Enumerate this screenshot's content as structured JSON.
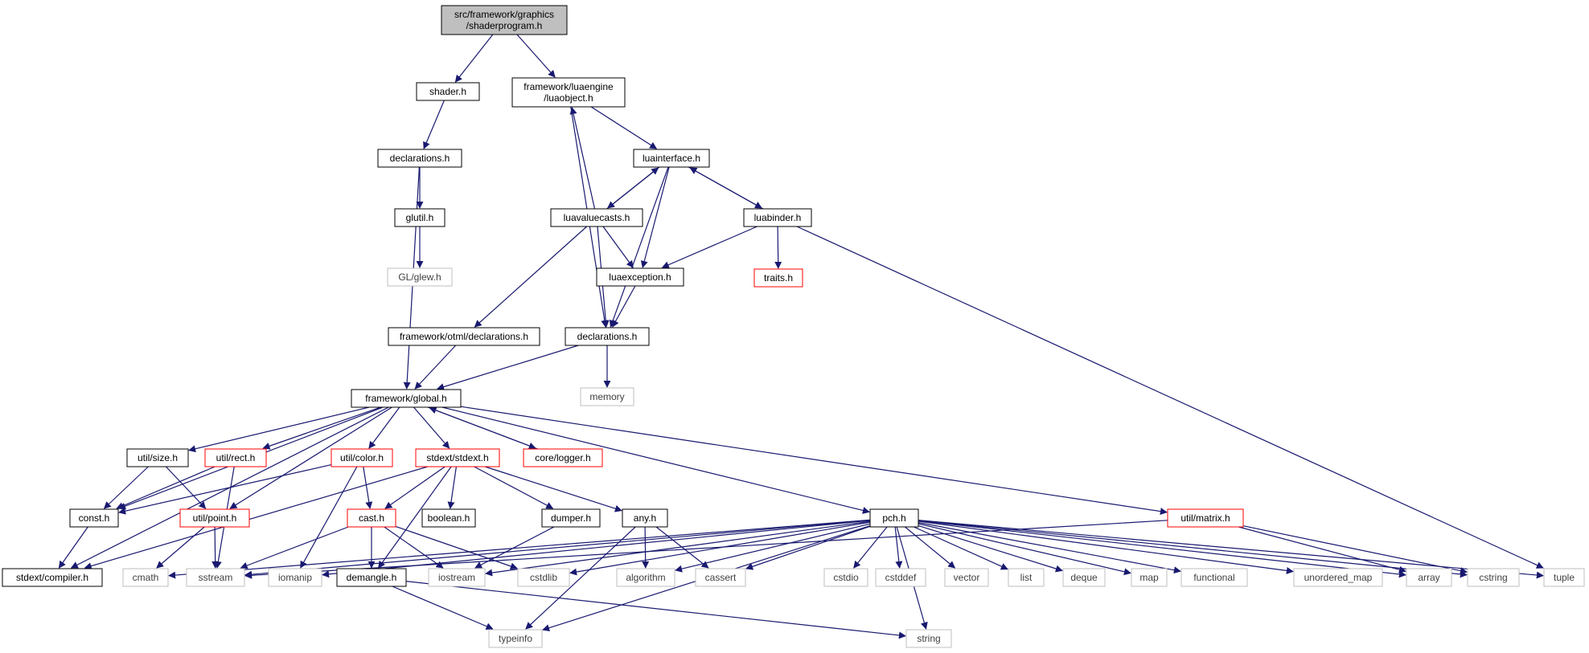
{
  "graph": {
    "colors": {
      "edge": "#191970",
      "root_fill": "#bfbfbf",
      "border_normal": "#000000",
      "border_external": "#bfbfbf",
      "border_truncated": "#ff0000",
      "text_normal": "#000000",
      "text_external": "#404040"
    },
    "nodes": [
      {
        "id": "shaderprogram",
        "lines": [
          "src/framework/graphics",
          "/shaderprogram.h"
        ],
        "kind": "root"
      },
      {
        "id": "shader",
        "lines": [
          "shader.h"
        ],
        "kind": "normal"
      },
      {
        "id": "luaobject",
        "lines": [
          "framework/luaengine",
          "/luaobject.h"
        ],
        "kind": "normal"
      },
      {
        "id": "declarations_gfx",
        "lines": [
          "declarations.h"
        ],
        "kind": "normal"
      },
      {
        "id": "luainterface",
        "lines": [
          "luainterface.h"
        ],
        "kind": "normal"
      },
      {
        "id": "glutil",
        "lines": [
          "glutil.h"
        ],
        "kind": "normal"
      },
      {
        "id": "luavaluecasts",
        "lines": [
          "luavaluecasts.h"
        ],
        "kind": "normal"
      },
      {
        "id": "luabinder",
        "lines": [
          "luabinder.h"
        ],
        "kind": "normal"
      },
      {
        "id": "glew",
        "lines": [
          "GL/glew.h"
        ],
        "kind": "external"
      },
      {
        "id": "luaexception",
        "lines": [
          "luaexception.h"
        ],
        "kind": "normal"
      },
      {
        "id": "traits",
        "lines": [
          "traits.h"
        ],
        "kind": "truncated"
      },
      {
        "id": "otml_decl",
        "lines": [
          "framework/otml/declarations.h"
        ],
        "kind": "normal"
      },
      {
        "id": "declarations_lua",
        "lines": [
          "declarations.h"
        ],
        "kind": "normal"
      },
      {
        "id": "global",
        "lines": [
          "framework/global.h"
        ],
        "kind": "normal"
      },
      {
        "id": "memory",
        "lines": [
          "memory"
        ],
        "kind": "external"
      },
      {
        "id": "size",
        "lines": [
          "util/size.h"
        ],
        "kind": "normal"
      },
      {
        "id": "rect",
        "lines": [
          "util/rect.h"
        ],
        "kind": "truncated"
      },
      {
        "id": "color",
        "lines": [
          "util/color.h"
        ],
        "kind": "truncated"
      },
      {
        "id": "stdext",
        "lines": [
          "stdext/stdext.h"
        ],
        "kind": "truncated"
      },
      {
        "id": "logger",
        "lines": [
          "core/logger.h"
        ],
        "kind": "truncated"
      },
      {
        "id": "const",
        "lines": [
          "const.h"
        ],
        "kind": "normal"
      },
      {
        "id": "point",
        "lines": [
          "util/point.h"
        ],
        "kind": "truncated"
      },
      {
        "id": "cast",
        "lines": [
          "cast.h"
        ],
        "kind": "truncated"
      },
      {
        "id": "boolean",
        "lines": [
          "boolean.h"
        ],
        "kind": "normal"
      },
      {
        "id": "dumper",
        "lines": [
          "dumper.h"
        ],
        "kind": "normal"
      },
      {
        "id": "any",
        "lines": [
          "any.h"
        ],
        "kind": "normal"
      },
      {
        "id": "pch",
        "lines": [
          "pch.h"
        ],
        "kind": "normal"
      },
      {
        "id": "matrix",
        "lines": [
          "util/matrix.h"
        ],
        "kind": "truncated"
      },
      {
        "id": "compiler",
        "lines": [
          "stdext/compiler.h"
        ],
        "kind": "normal"
      },
      {
        "id": "cmath",
        "lines": [
          "cmath"
        ],
        "kind": "external"
      },
      {
        "id": "sstream",
        "lines": [
          "sstream"
        ],
        "kind": "external"
      },
      {
        "id": "iomanip",
        "lines": [
          "iomanip"
        ],
        "kind": "external"
      },
      {
        "id": "demangle",
        "lines": [
          "demangle.h"
        ],
        "kind": "normal"
      },
      {
        "id": "iostream",
        "lines": [
          "iostream"
        ],
        "kind": "external"
      },
      {
        "id": "cstdlib",
        "lines": [
          "cstdlib"
        ],
        "kind": "external"
      },
      {
        "id": "algorithm",
        "lines": [
          "algorithm"
        ],
        "kind": "external"
      },
      {
        "id": "cassert",
        "lines": [
          "cassert"
        ],
        "kind": "external"
      },
      {
        "id": "cstdio",
        "lines": [
          "cstdio"
        ],
        "kind": "external"
      },
      {
        "id": "cstddef",
        "lines": [
          "cstddef"
        ],
        "kind": "external"
      },
      {
        "id": "vector",
        "lines": [
          "vector"
        ],
        "kind": "external"
      },
      {
        "id": "list",
        "lines": [
          "list"
        ],
        "kind": "external"
      },
      {
        "id": "deque",
        "lines": [
          "deque"
        ],
        "kind": "external"
      },
      {
        "id": "map",
        "lines": [
          "map"
        ],
        "kind": "external"
      },
      {
        "id": "functional",
        "lines": [
          "functional"
        ],
        "kind": "external"
      },
      {
        "id": "unordered_map",
        "lines": [
          "unordered_map"
        ],
        "kind": "external"
      },
      {
        "id": "array",
        "lines": [
          "array"
        ],
        "kind": "external"
      },
      {
        "id": "cstring",
        "lines": [
          "cstring"
        ],
        "kind": "external"
      },
      {
        "id": "tuple",
        "lines": [
          "tuple"
        ],
        "kind": "external"
      },
      {
        "id": "typeinfo",
        "lines": [
          "typeinfo"
        ],
        "kind": "external"
      },
      {
        "id": "string",
        "lines": [
          "string"
        ],
        "kind": "external"
      }
    ],
    "edges": [
      [
        "shaderprogram",
        "shader"
      ],
      [
        "shaderprogram",
        "luaobject"
      ],
      [
        "shader",
        "declarations_gfx"
      ],
      [
        "declarations_gfx",
        "glutil"
      ],
      [
        "declarations_gfx",
        "global"
      ],
      [
        "glutil",
        "glew"
      ],
      [
        "luaobject",
        "luainterface"
      ],
      [
        "luaobject",
        "declarations_lua"
      ],
      [
        "luainterface",
        "luavaluecasts"
      ],
      [
        "luainterface",
        "luabinder"
      ],
      [
        "luainterface",
        "luaexception"
      ],
      [
        "luainterface",
        "declarations_lua"
      ],
      [
        "luavaluecasts",
        "luaobject"
      ],
      [
        "luavaluecasts",
        "luainterface"
      ],
      [
        "luavaluecasts",
        "luaexception"
      ],
      [
        "luavaluecasts",
        "declarations_lua"
      ],
      [
        "luavaluecasts",
        "otml_decl"
      ],
      [
        "luabinder",
        "luainterface"
      ],
      [
        "luabinder",
        "traits"
      ],
      [
        "luabinder",
        "luaexception"
      ],
      [
        "luabinder",
        "tuple"
      ],
      [
        "luaexception",
        "declarations_lua"
      ],
      [
        "otml_decl",
        "global"
      ],
      [
        "declarations_lua",
        "global"
      ],
      [
        "declarations_lua",
        "memory"
      ],
      [
        "global",
        "compiler"
      ],
      [
        "global",
        "const"
      ],
      [
        "global",
        "size"
      ],
      [
        "global",
        "rect"
      ],
      [
        "global",
        "point"
      ],
      [
        "global",
        "color"
      ],
      [
        "global",
        "stdext"
      ],
      [
        "global",
        "logger"
      ],
      [
        "global",
        "pch"
      ],
      [
        "global",
        "matrix"
      ],
      [
        "logger",
        "global"
      ],
      [
        "size",
        "const"
      ],
      [
        "size",
        "point"
      ],
      [
        "rect",
        "const"
      ],
      [
        "rect",
        "sstream"
      ],
      [
        "color",
        "cast"
      ],
      [
        "color",
        "iomanip"
      ],
      [
        "color",
        "const"
      ],
      [
        "stdext",
        "compiler"
      ],
      [
        "stdext",
        "cast"
      ],
      [
        "stdext",
        "boolean"
      ],
      [
        "stdext",
        "dumper"
      ],
      [
        "stdext",
        "any"
      ],
      [
        "stdext",
        "demangle"
      ],
      [
        "const",
        "compiler"
      ],
      [
        "point",
        "cmath"
      ],
      [
        "point",
        "sstream"
      ],
      [
        "cast",
        "sstream"
      ],
      [
        "cast",
        "demangle"
      ],
      [
        "cast",
        "iostream"
      ],
      [
        "cast",
        "cstdlib"
      ],
      [
        "dumper",
        "iostream"
      ],
      [
        "any",
        "algorithm"
      ],
      [
        "any",
        "cassert"
      ],
      [
        "any",
        "typeinfo"
      ],
      [
        "pch",
        "cmath"
      ],
      [
        "pch",
        "sstream"
      ],
      [
        "pch",
        "iomanip"
      ],
      [
        "pch",
        "iostream"
      ],
      [
        "pch",
        "cstdlib"
      ],
      [
        "pch",
        "algorithm"
      ],
      [
        "pch",
        "cassert"
      ],
      [
        "pch",
        "cstdio"
      ],
      [
        "pch",
        "cstddef"
      ],
      [
        "pch",
        "vector"
      ],
      [
        "pch",
        "list"
      ],
      [
        "pch",
        "deque"
      ],
      [
        "pch",
        "map"
      ],
      [
        "pch",
        "functional"
      ],
      [
        "pch",
        "unordered_map"
      ],
      [
        "pch",
        "array"
      ],
      [
        "pch",
        "cstring"
      ],
      [
        "pch",
        "tuple"
      ],
      [
        "pch",
        "typeinfo"
      ],
      [
        "pch",
        "string"
      ],
      [
        "matrix",
        "sstream"
      ],
      [
        "matrix",
        "array"
      ],
      [
        "matrix",
        "cstring"
      ],
      [
        "demangle",
        "typeinfo"
      ],
      [
        "demangle",
        "string"
      ]
    ]
  }
}
